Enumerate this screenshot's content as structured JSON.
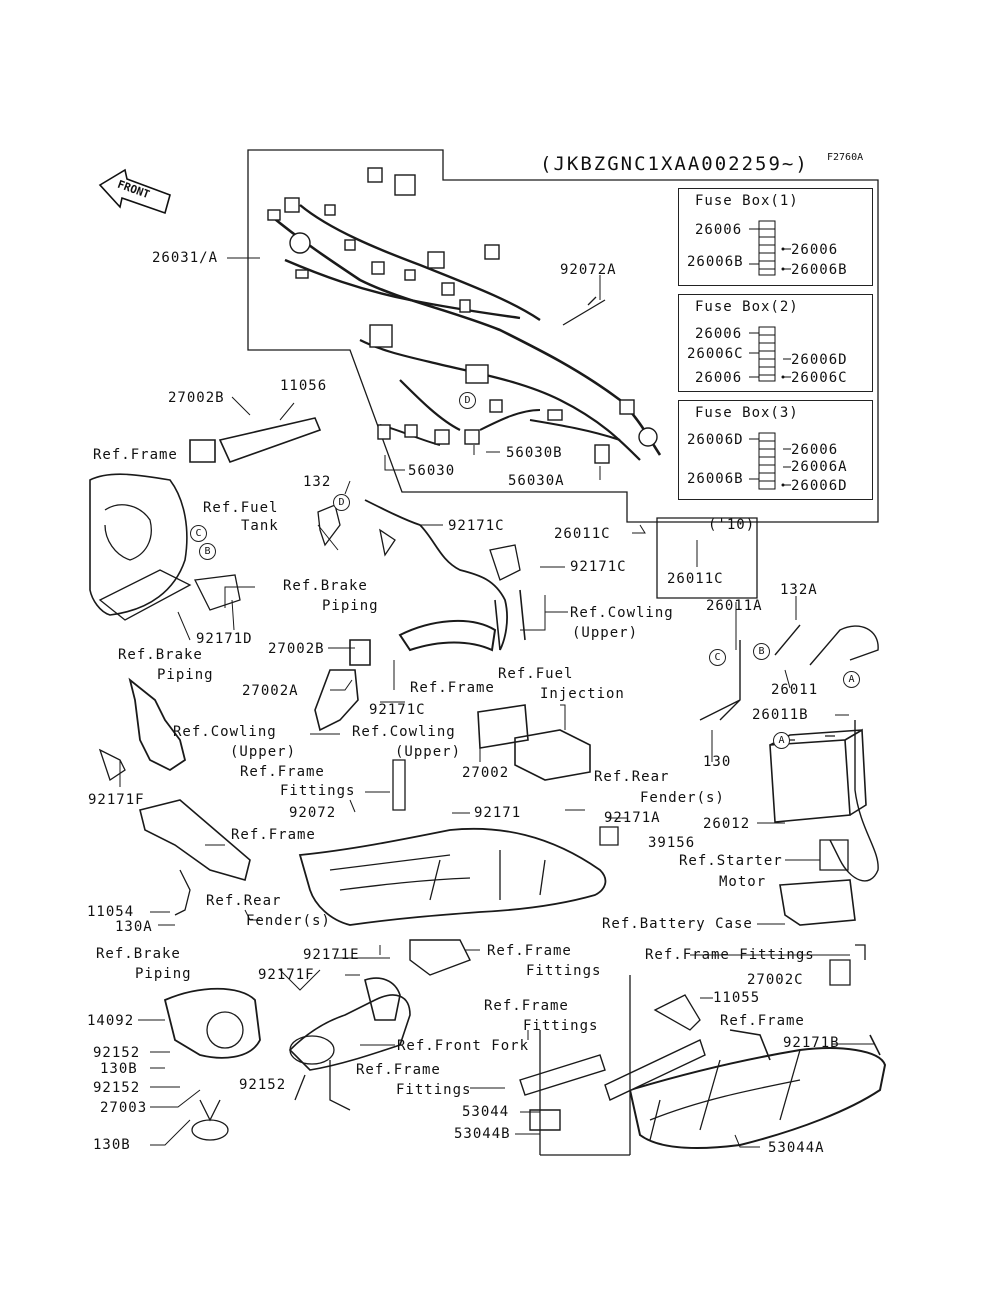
{
  "header": {
    "range": "(JKBZGNC1XAA002259~)",
    "code": "F2760A"
  },
  "front_badge": "FRONT",
  "fuse_boxes": [
    {
      "title": "Fuse Box(1)",
      "rows": [
        {
          "left": "26006",
          "right": ""
        },
        {
          "left": "",
          "right": "26006"
        },
        {
          "left": "26006B",
          "right": ""
        },
        {
          "left": "",
          "right": "26006B"
        }
      ]
    },
    {
      "title": "Fuse Box(2)",
      "rows": [
        {
          "left": "26006",
          "right": ""
        },
        {
          "left": "26006C",
          "right": "26006D"
        },
        {
          "left": "26006",
          "right": "26006C"
        }
      ]
    },
    {
      "title": "Fuse Box(3)",
      "rows": [
        {
          "left": "26006D",
          "right": "26006"
        },
        {
          "left": "",
          "right": "26006A"
        },
        {
          "left": "26006B",
          "right": "26006D"
        }
      ]
    }
  ],
  "year_note": "('10)",
  "circles": [
    "D",
    "C",
    "B",
    "D",
    "C",
    "B",
    "A",
    "A"
  ],
  "labels": [
    "26031/A",
    "92072A",
    "27002B",
    "11056",
    "Ref.Frame",
    "132",
    "Ref.Fuel",
    "Tank",
    "56030",
    "56030B",
    "56030A",
    "92171C",
    "26011C",
    "26011C",
    "92171C",
    "Ref.Brake",
    "Piping",
    "92171D",
    "Ref.Cowling",
    "(Upper)",
    "Ref.Brake",
    "Piping",
    "27002B",
    "27002A",
    "Ref.Frame",
    "Ref.Fuel",
    "Injection",
    "92171C",
    "Ref.Cowling",
    "(Upper)",
    "Ref.Cowling",
    "(Upper)",
    "26011A",
    "132A",
    "26011",
    "26011B",
    "130",
    "92171F",
    "Ref.Frame",
    "Fittings",
    "92072",
    "27002",
    "Ref.Rear",
    "Fender(s)",
    "92171",
    "92171A",
    "39156",
    "26012",
    "Ref.Frame",
    "Ref.Starter",
    "Motor",
    "11054",
    "130A",
    "Ref.Rear",
    "Fender(s)",
    "Ref.Battery Case",
    "Ref.Brake",
    "Piping",
    "92171E",
    "92171F",
    "Ref.Frame",
    "Fittings",
    "Ref.Frame Fittings",
    "27002C",
    "14092",
    "Ref.Frame",
    "Fittings",
    "11055",
    "Ref.Frame",
    "92171B",
    "92152",
    "130B",
    "92152",
    "92152",
    "27003",
    "130B",
    "Ref.Front Fork",
    "Ref.Frame",
    "Fittings",
    "53044",
    "53044B",
    "53044A"
  ]
}
